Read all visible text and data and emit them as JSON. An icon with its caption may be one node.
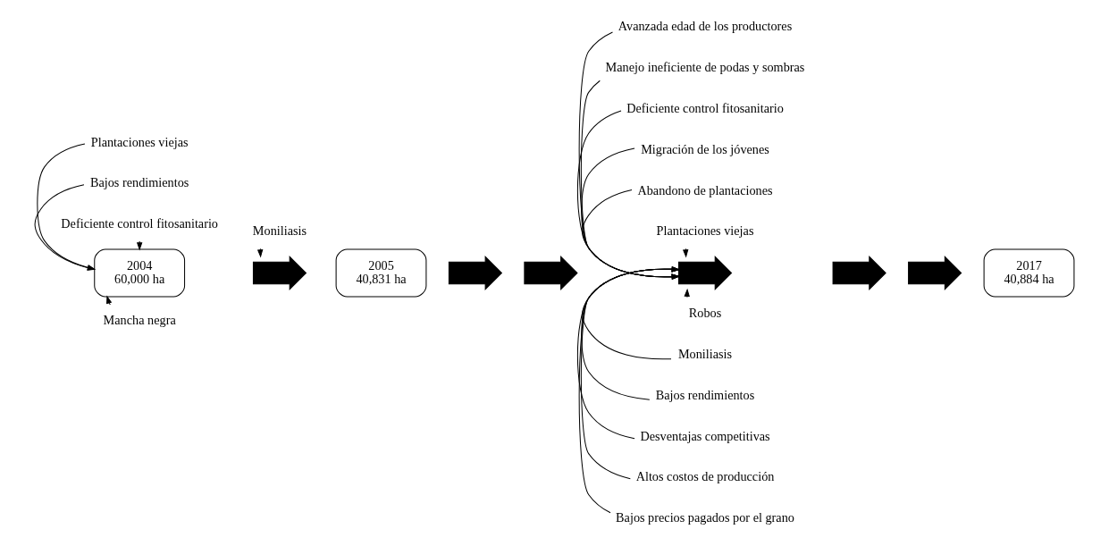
{
  "diagram": {
    "nodes": [
      {
        "text": [
          "Plantaciones viejas"
        ]
      },
      {
        "text": [
          "Bajos rendimientos"
        ]
      },
      {
        "text": [
          "2004",
          "60,000 ha"
        ]
      },
      {
        "text": [
          "Mancha negra"
        ]
      },
      {
        "text": [
          "Deficiente control fitosanitario"
        ]
      },
      {
        "text": [
          "Moniliasis"
        ]
      },
      {
        "text": [],
        "shape": "arrow"
      },
      {
        "text": [
          "2005",
          "40,831 ha"
        ]
      },
      {
        "text": [],
        "shape": "arrow"
      },
      {
        "text": [],
        "shape": "arrow"
      },
      {
        "text": [
          "Avanzada edad de los productores"
        ]
      },
      {
        "text": [
          "Manejo ineficiente de podas y sombras"
        ]
      },
      {
        "text": [
          "Deficiente control fitosanitario"
        ]
      },
      {
        "text": [
          "Migración de los jóvenes"
        ]
      },
      {
        "text": [
          "Abandono de plantaciones"
        ]
      },
      {
        "text": [
          "Plantaciones viejas"
        ]
      },
      {
        "text": [],
        "shape": "arrow"
      },
      {
        "text": [
          "Robos"
        ]
      },
      {
        "text": [
          "Moniliasis"
        ]
      },
      {
        "text": [
          "Bajos rendimientos"
        ]
      },
      {
        "text": [
          "Desventajas competitivas"
        ]
      },
      {
        "text": [
          "Altos costos de producción"
        ]
      },
      {
        "text": [
          "Bajos precios pagados por el grano"
        ]
      },
      {
        "text": [],
        "shape": "arrow"
      },
      {
        "text": [],
        "shape": "arrow"
      },
      {
        "text": [
          "2017",
          "40,884 ha"
        ]
      }
    ],
    "edges": [
      {
        "from": 0,
        "to": 2,
        "arrow": "to"
      },
      {
        "from": 1,
        "to": 2,
        "arrow": "to"
      },
      {
        "from": 3,
        "to": 2,
        "arrow": "to"
      },
      {
        "from": 4,
        "to": 2,
        "arrow": "to"
      },
      {
        "from": 5,
        "to": 6,
        "arrow": "to"
      },
      {
        "from": 10,
        "to": 16,
        "arrow": "to"
      },
      {
        "from": 11,
        "to": 16,
        "arrow": "to"
      },
      {
        "from": 12,
        "to": 16,
        "arrow": "to"
      },
      {
        "from": 13,
        "to": 16,
        "arrow": "to"
      },
      {
        "from": 14,
        "to": 16,
        "arrow": "to"
      },
      {
        "from": 15,
        "to": 16,
        "arrow": "to"
      },
      {
        "from": 17,
        "to": 16,
        "arrow": "to"
      },
      {
        "from": 18,
        "to": 16,
        "arrow": "to"
      },
      {
        "from": 19,
        "to": 16,
        "arrow": "to"
      },
      {
        "from": 20,
        "to": 16,
        "arrow": "to"
      },
      {
        "from": 21,
        "to": 16,
        "arrow": "to"
      },
      {
        "from": 22,
        "to": 16,
        "arrow": "to"
      }
    ]
  }
}
